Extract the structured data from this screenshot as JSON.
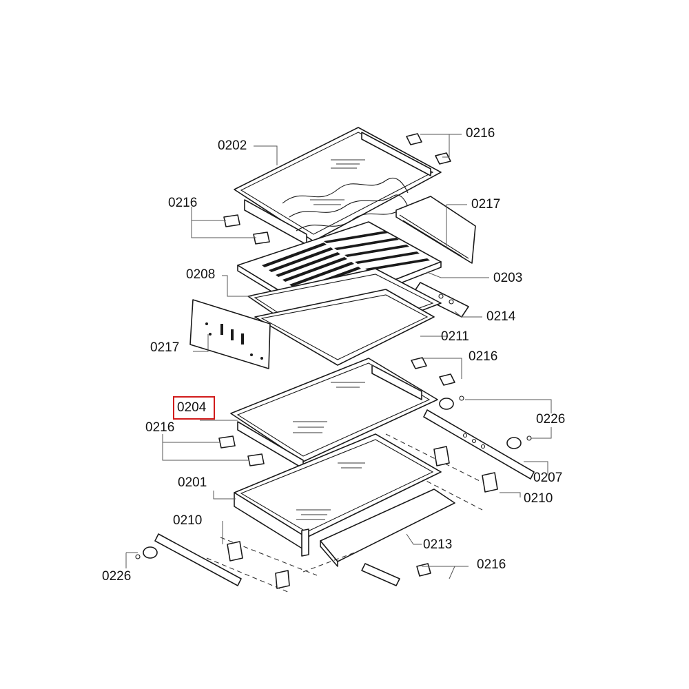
{
  "highlight": {
    "color": "#d11b1b"
  },
  "labels": {
    "l0202": "0202",
    "l0216_top_right": "0216",
    "l0216_upper_left": "0216",
    "l0217_right": "0217",
    "l0208": "0208",
    "l0203": "0203",
    "l0214": "0214",
    "l0217_left": "0217",
    "l0211": "0211",
    "l0216_mid_right": "0216",
    "l0204": "0204",
    "l0226_right": "0226",
    "l0216_mid_left": "0216",
    "l0207": "0207",
    "l0201": "0201",
    "l0210_right": "0210",
    "l0210_left": "0210",
    "l0213": "0213",
    "l0226_left": "0226",
    "l0216_bottom_right": "0216"
  }
}
